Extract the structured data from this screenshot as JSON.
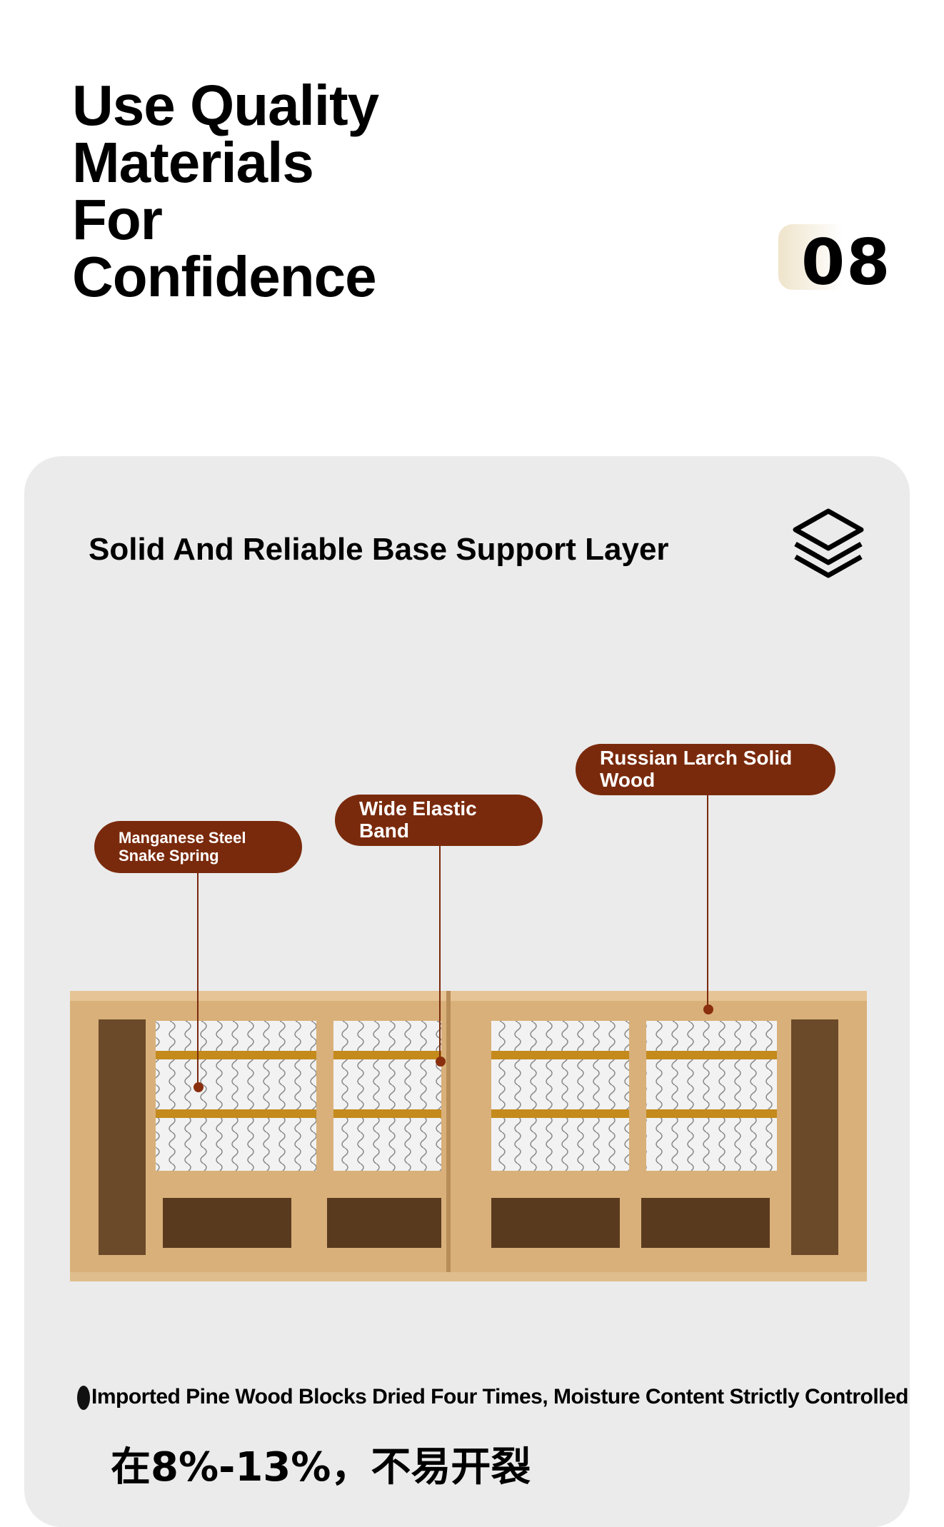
{
  "title": {
    "lines": [
      "Use Quality",
      "Materials",
      "For",
      "Confidence"
    ],
    "number": "08"
  },
  "section": {
    "heading": "Solid And Reliable Base Support Layer",
    "icon": "layers-icon",
    "labels": [
      {
        "line1": "Manganese Steel",
        "line2": "Snake Spring"
      },
      {
        "line1": "Wide Elastic",
        "line2": "Band"
      },
      {
        "line1": "Russian Larch Solid",
        "line2": "Wood"
      }
    ],
    "accent": "#7a2a0c",
    "caption": "Imported Pine Wood Blocks Dried Four Times, Moisture Content Strictly Controlled",
    "caption_cn": "在8%-13%，不易开裂"
  }
}
